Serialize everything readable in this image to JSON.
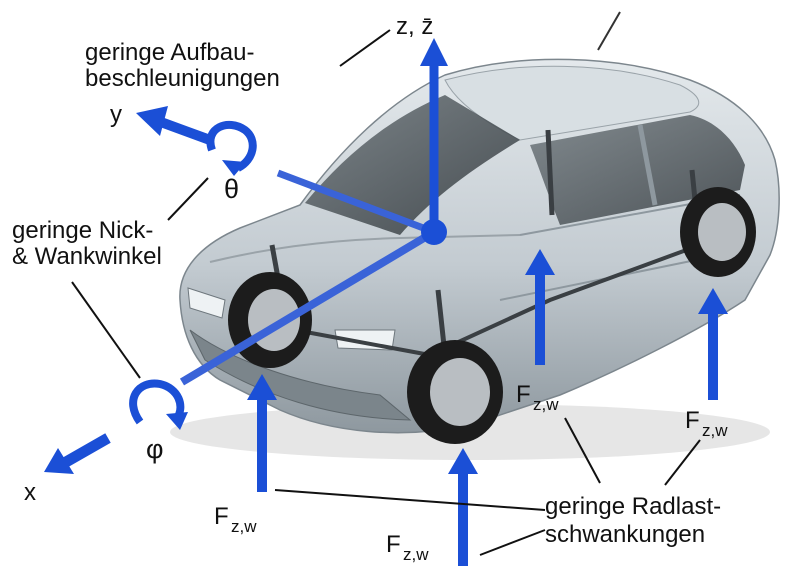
{
  "colors": {
    "arrow": "#1b4fd6",
    "axis_fill": "#3a63d8",
    "car_body": "#c3cbd1",
    "car_shade": "#8e989f",
    "window": "#4a5258",
    "tire": "#1c1c1c",
    "rim": "#b9bec2",
    "leader": "#111111"
  },
  "axes": {
    "z_label": "z, z̄",
    "y_label": "y",
    "x_label": "x",
    "theta": "θ",
    "phi": "φ"
  },
  "annotations": {
    "body_accel": [
      "geringe Aufbau-",
      "beschleunigungen"
    ],
    "pitch_roll": [
      "geringe Nick-",
      "& Wankwinkel"
    ],
    "load_fluct": [
      "geringe Radlast-",
      "schwankungen"
    ]
  },
  "forces": {
    "main": "F",
    "subscript": "z,w"
  }
}
